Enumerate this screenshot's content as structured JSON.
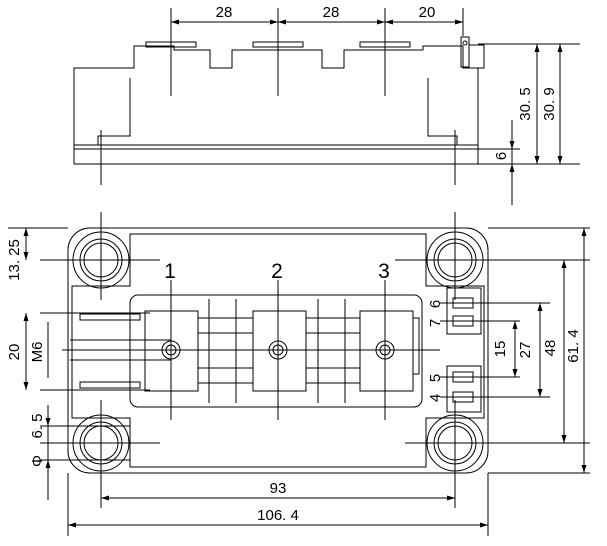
{
  "top_view": {
    "dims": {
      "spacing_a": "28",
      "spacing_b": "28",
      "spacing_c": "20",
      "height_inner": "30. 5",
      "height_outer": "30. 9",
      "base_thickness": "6"
    }
  },
  "front_view": {
    "terminal_numbers": [
      "1",
      "2",
      "3"
    ],
    "aux_pins": [
      "6",
      "7",
      "5",
      "4"
    ],
    "dims": {
      "corner_offset": "13. 25",
      "thread_spacing": "20",
      "thread_size": "M6",
      "mount_hole": "6. 5",
      "hole_diameter_symbol": "Φ",
      "pin_spacing_15": "15",
      "pin_spacing_27": "27",
      "mount_pitch_vertical": "48",
      "overall_height": "61. 4",
      "mount_pitch_horizontal": "93",
      "overall_width": "106. 4"
    }
  }
}
